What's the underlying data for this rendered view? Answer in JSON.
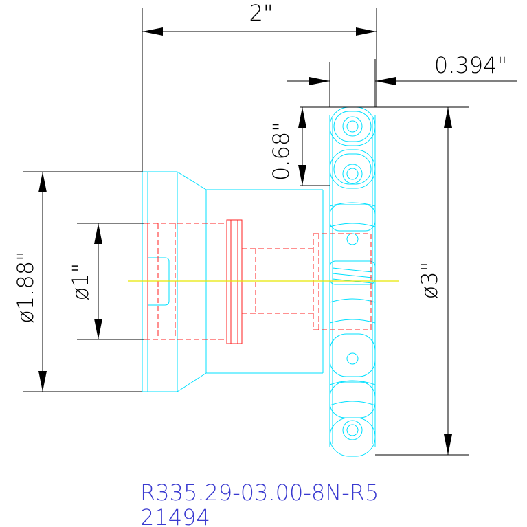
{
  "dimensions": {
    "overall_length": "2\"",
    "flange_width": "0.394\"",
    "insert_pitch": "0.68\"",
    "body_diameter": "ø1.88\"",
    "bore_diameter": "ø1\"",
    "cutter_diameter": "ø3\""
  },
  "part": {
    "number": "R335.29-03.00-8N-R5",
    "code": "21494",
    "color": "#3a3ad0"
  },
  "colors": {
    "outline": "#00e0ff",
    "hidden": "#ff2020",
    "centerline": "#e6e600",
    "dimension": "#000000"
  }
}
